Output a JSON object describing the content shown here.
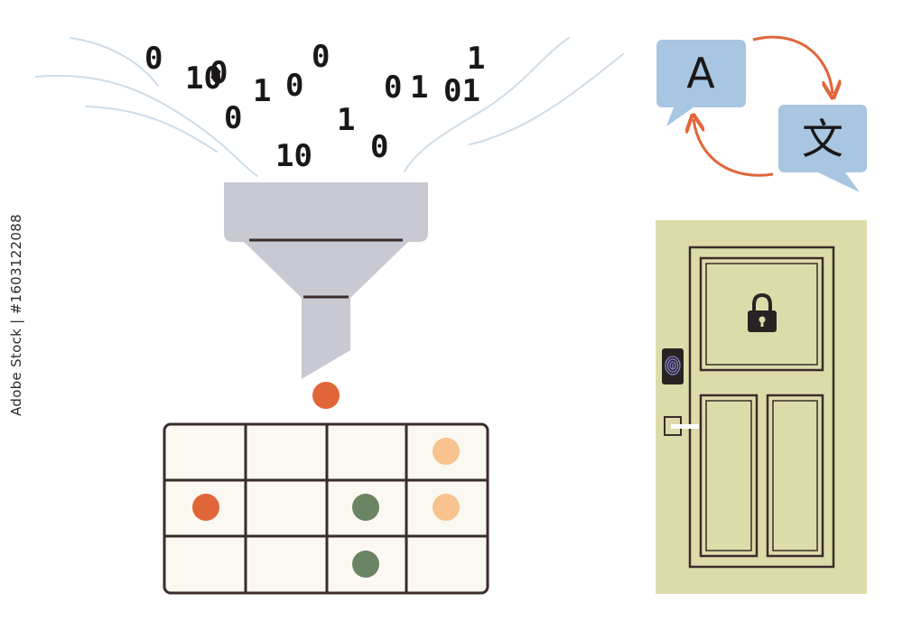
{
  "binary_stream": {
    "digits": [
      "0",
      "10",
      "1",
      "0",
      "0",
      "0",
      "0",
      "1",
      "1",
      "01",
      "1",
      "10",
      "0",
      "0"
    ]
  },
  "translate_badge": {
    "source_letter": "A",
    "target_glyph": "文"
  },
  "watermark": {
    "text": "Adobe Stock | #1603122088"
  },
  "icons": {
    "funnel": "funnel-icon",
    "grid": "data-grid-icon",
    "translate": "translate-icon",
    "door": "door-icon",
    "lock": "padlock-icon",
    "fingerprint": "fingerprint-scanner-icon"
  },
  "colors": {
    "background": "#ffffff",
    "ink": "#3a2c2a",
    "wave": "#cfdce8",
    "funnel": "#c9c9d3",
    "orange_dot": "#e0663a",
    "peach_dot": "#f7c38f",
    "green_dot": "#6b8464",
    "grid_fill": "#fbf8f1",
    "bubble": "#a8c6e2",
    "arrow": "#e0663a",
    "door": "#dcdcaa"
  }
}
